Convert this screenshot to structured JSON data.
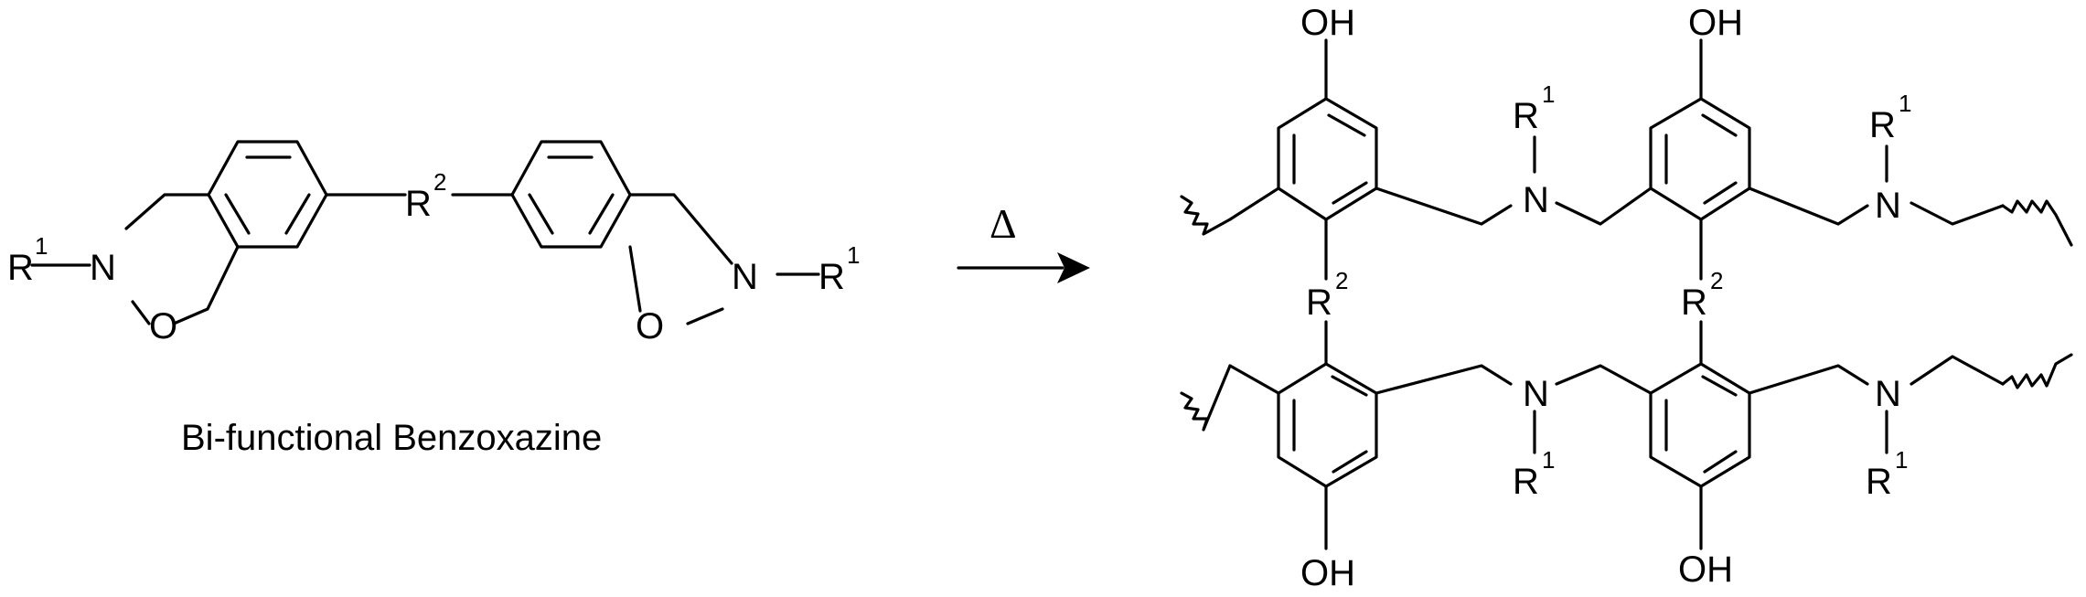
{
  "scheme": {
    "monomer_caption": "Bi-functional Benzoxazine",
    "condition": "Δ",
    "atoms": {
      "R": "R",
      "N": "N",
      "O": "O",
      "OH": "OH",
      "sup1": "1",
      "sup2": "2"
    }
  }
}
